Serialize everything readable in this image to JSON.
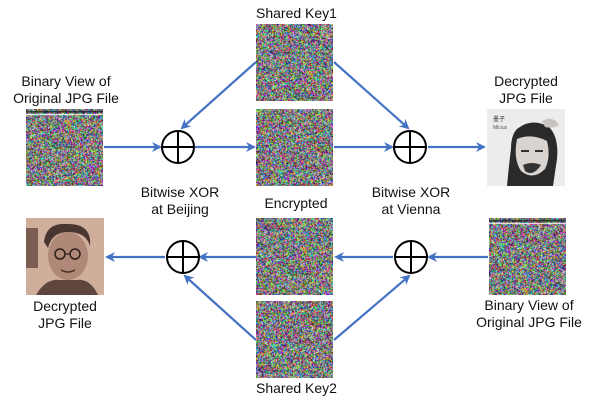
{
  "colors": {
    "arrow": "#4472c4",
    "xor_stroke": "#000000",
    "text": "#111111",
    "portrait_mozi_bg": "#e9e9e9",
    "portrait_schrodinger_bg": "#c9a896"
  },
  "labels": {
    "shared_key1": "Shared Key1",
    "shared_key2": "Shared Key2",
    "encrypted": "Encrypted",
    "binary_view_left_line1": "Binary View of",
    "binary_view_left_line2": "Original JPG File",
    "binary_view_right_line1": "Binary View of",
    "binary_view_right_line2": "Original JPG File",
    "decrypted_top_line1": "Decrypted",
    "decrypted_top_line2": "JPG File",
    "decrypted_bottom_line1": "Decrypted",
    "decrypted_bottom_line2": "JPG File",
    "xor_beijing_line1": "Bitwise XOR",
    "xor_beijing_line2": "at Beijing",
    "xor_vienna_line1": "Bitwise XOR",
    "xor_vienna_line2": "at Vienna",
    "mozi_caption_cn": "墨子",
    "mozi_caption_en": "Micius"
  },
  "nodes": {
    "xor_symbol": "⊕",
    "icons": [
      "noise-image",
      "xor-operator",
      "arrow",
      "portrait"
    ]
  }
}
